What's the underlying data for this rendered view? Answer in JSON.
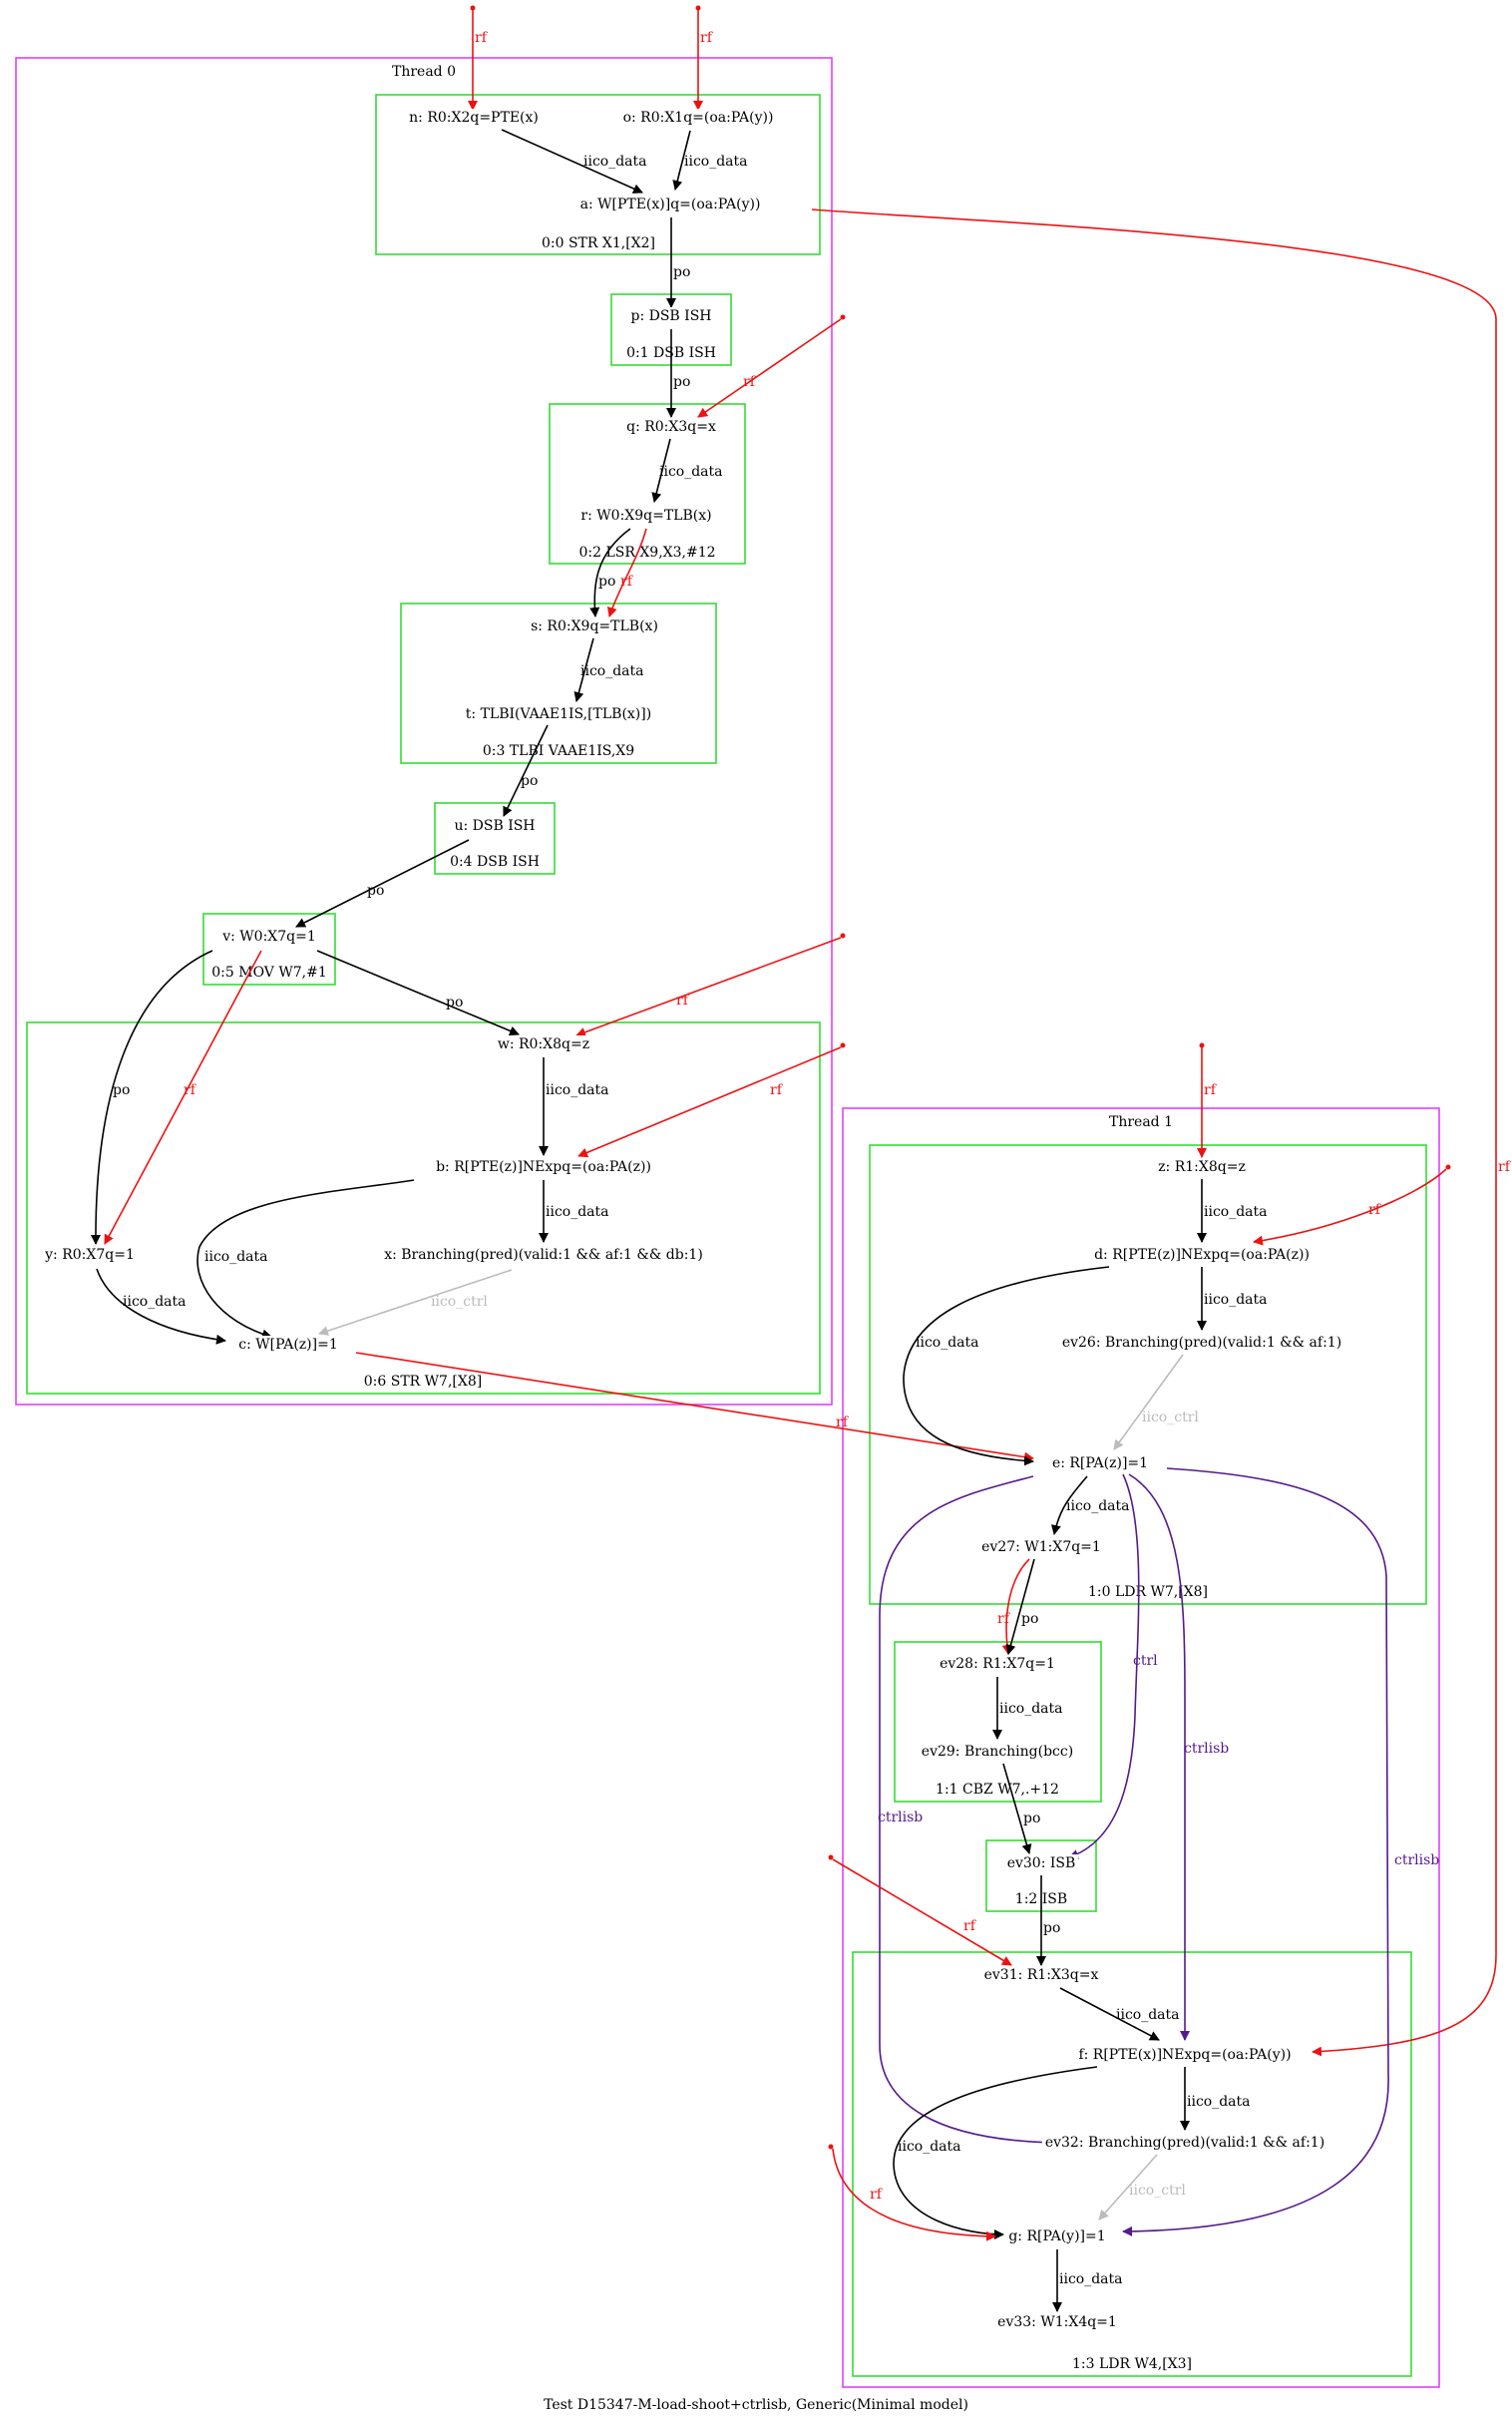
{
  "caption": "Test D15347-M-load-shoot+ctrlisb, Generic(Minimal model)",
  "colors": {
    "thread_box": "#e040fb",
    "instr_box": "#33dd33",
    "rf": "#ee1111",
    "ctrl": "#551a8b",
    "iico_ctrl": "#bbbbbb",
    "normal": "#000000"
  },
  "threads": [
    {
      "id": "t0",
      "title": "Thread 0"
    },
    {
      "id": "t1",
      "title": "Thread 1"
    }
  ],
  "instructions": [
    {
      "id": "i00",
      "label": "0:0 STR X1,[X2]"
    },
    {
      "id": "i01",
      "label": "0:1 DSB ISH"
    },
    {
      "id": "i02",
      "label": "0:2 LSR X9,X3,#12"
    },
    {
      "id": "i03",
      "label": "0:3 TLBI VAAE1IS,X9"
    },
    {
      "id": "i04",
      "label": "0:4 DSB ISH"
    },
    {
      "id": "i05",
      "label": "0:5 MOV W7,#1"
    },
    {
      "id": "i06",
      "label": "0:6 STR W7,[X8]"
    },
    {
      "id": "i10",
      "label": "1:0 LDR W7,[X8]"
    },
    {
      "id": "i11",
      "label": "1:1 CBZ W7,.+12"
    },
    {
      "id": "i12",
      "label": "1:2 ISB"
    },
    {
      "id": "i13",
      "label": "1:3 LDR W4,[X3]"
    }
  ],
  "nodes": [
    {
      "id": "n",
      "label": "n: R0:X2q=PTE(x)"
    },
    {
      "id": "o",
      "label": "o: R0:X1q=(oa:PA(y))"
    },
    {
      "id": "a",
      "label": "a: W[PTE(x)]q=(oa:PA(y))"
    },
    {
      "id": "p",
      "label": "p: DSB ISH"
    },
    {
      "id": "q",
      "label": "q: R0:X3q=x"
    },
    {
      "id": "r",
      "label": "r: W0:X9q=TLB(x)"
    },
    {
      "id": "s",
      "label": "s: R0:X9q=TLB(x)"
    },
    {
      "id": "t",
      "label": "t: TLBI(VAAE1IS,[TLB(x)])"
    },
    {
      "id": "u",
      "label": "u: DSB ISH"
    },
    {
      "id": "v",
      "label": "v: W0:X7q=1"
    },
    {
      "id": "w",
      "label": "w: R0:X8q=z"
    },
    {
      "id": "b",
      "label": "b: R[PTE(z)]NExpq=(oa:PA(z))"
    },
    {
      "id": "x",
      "label": "x: Branching(pred)(valid:1 && af:1 && db:1)"
    },
    {
      "id": "y",
      "label": "y: R0:X7q=1"
    },
    {
      "id": "c",
      "label": "c: W[PA(z)]=1"
    },
    {
      "id": "z",
      "label": "z: R1:X8q=z"
    },
    {
      "id": "d",
      "label": "d: R[PTE(z)]NExpq=(oa:PA(z))"
    },
    {
      "id": "ev26",
      "label": "ev26: Branching(pred)(valid:1 && af:1)"
    },
    {
      "id": "e",
      "label": "e: R[PA(z)]=1"
    },
    {
      "id": "ev27",
      "label": "ev27: W1:X7q=1"
    },
    {
      "id": "ev28",
      "label": "ev28: R1:X7q=1"
    },
    {
      "id": "ev29",
      "label": "ev29: Branching(bcc)"
    },
    {
      "id": "ev30",
      "label": "ev30: ISB"
    },
    {
      "id": "ev31",
      "label": "ev31: R1:X3q=x"
    },
    {
      "id": "f",
      "label": "f: R[PTE(x)]NExpq=(oa:PA(y))"
    },
    {
      "id": "ev32",
      "label": "ev32: Branching(pred)(valid:1 && af:1)"
    },
    {
      "id": "g",
      "label": "g: R[PA(y)]=1"
    },
    {
      "id": "ev33",
      "label": "ev33: W1:X4q=1"
    }
  ],
  "edges": [
    {
      "id": "rf_in_n",
      "label": "rf",
      "kind": "rf"
    },
    {
      "id": "rf_in_o",
      "label": "rf",
      "kind": "rf"
    },
    {
      "id": "n_a",
      "label": "iico_data",
      "kind": "normal"
    },
    {
      "id": "o_a",
      "label": "iico_data",
      "kind": "normal"
    },
    {
      "id": "a_p",
      "label": "po",
      "kind": "normal"
    },
    {
      "id": "p_q",
      "label": "po",
      "kind": "normal"
    },
    {
      "id": "rf_in_q",
      "label": "rf",
      "kind": "rf"
    },
    {
      "id": "q_r",
      "label": "iico_data",
      "kind": "normal"
    },
    {
      "id": "r_s_po",
      "label": "po",
      "kind": "normal"
    },
    {
      "id": "r_s_rf",
      "label": "rf",
      "kind": "rf"
    },
    {
      "id": "s_t",
      "label": "iico_data",
      "kind": "normal"
    },
    {
      "id": "t_u",
      "label": "po",
      "kind": "normal"
    },
    {
      "id": "u_v",
      "label": "po",
      "kind": "normal"
    },
    {
      "id": "v_w",
      "label": "po",
      "kind": "normal"
    },
    {
      "id": "v_y_po",
      "label": "po",
      "kind": "normal"
    },
    {
      "id": "v_y_rf",
      "label": "rf",
      "kind": "rf"
    },
    {
      "id": "rf_in_w",
      "label": "rf",
      "kind": "rf"
    },
    {
      "id": "w_b",
      "label": "iico_data",
      "kind": "normal"
    },
    {
      "id": "rf_in_b",
      "label": "rf",
      "kind": "rf"
    },
    {
      "id": "b_x",
      "label": "iico_data",
      "kind": "normal"
    },
    {
      "id": "b_c",
      "label": "iico_data",
      "kind": "normal"
    },
    {
      "id": "y_c",
      "label": "iico_data",
      "kind": "normal"
    },
    {
      "id": "x_c",
      "label": "iico_ctrl",
      "kind": "iico_ctrl"
    },
    {
      "id": "a_f",
      "label": "rf",
      "kind": "rf"
    },
    {
      "id": "c_e",
      "label": "rf",
      "kind": "rf"
    },
    {
      "id": "rf_in_z",
      "label": "rf",
      "kind": "rf"
    },
    {
      "id": "z_d",
      "label": "iico_data",
      "kind": "normal"
    },
    {
      "id": "rf_in_d",
      "label": "rf",
      "kind": "rf"
    },
    {
      "id": "d_ev26",
      "label": "iico_data",
      "kind": "normal"
    },
    {
      "id": "d_e",
      "label": "iico_data",
      "kind": "normal"
    },
    {
      "id": "ev26_e",
      "label": "iico_ctrl",
      "kind": "iico_ctrl"
    },
    {
      "id": "e_ev27",
      "label": "iico_data",
      "kind": "normal"
    },
    {
      "id": "ev27_ev28_rf",
      "label": "rf",
      "kind": "rf"
    },
    {
      "id": "ev27_ev28_po",
      "label": "po",
      "kind": "normal"
    },
    {
      "id": "ev28_ev29",
      "label": "iico_data",
      "kind": "normal"
    },
    {
      "id": "ev29_ev30",
      "label": "po",
      "kind": "normal"
    },
    {
      "id": "e_ev30",
      "label": "ctrl",
      "kind": "ctrl"
    },
    {
      "id": "e_f",
      "label": "ctrlisb",
      "kind": "ctrl"
    },
    {
      "id": "e_ev32",
      "label": "ctrlisb",
      "kind": "ctrl"
    },
    {
      "id": "e_g",
      "label": "ctrlisb",
      "kind": "ctrl"
    },
    {
      "id": "ev30_ev31",
      "label": "po",
      "kind": "normal"
    },
    {
      "id": "rf_in_ev31",
      "label": "rf",
      "kind": "rf"
    },
    {
      "id": "ev31_f",
      "label": "iico_data",
      "kind": "normal"
    },
    {
      "id": "f_ev32",
      "label": "iico_data",
      "kind": "normal"
    },
    {
      "id": "f_g",
      "label": "iico_data",
      "kind": "normal"
    },
    {
      "id": "ev32_g",
      "label": "iico_ctrl",
      "kind": "iico_ctrl"
    },
    {
      "id": "rf_in_g",
      "label": "rf",
      "kind": "rf"
    },
    {
      "id": "g_ev33",
      "label": "iico_data",
      "kind": "normal"
    }
  ]
}
